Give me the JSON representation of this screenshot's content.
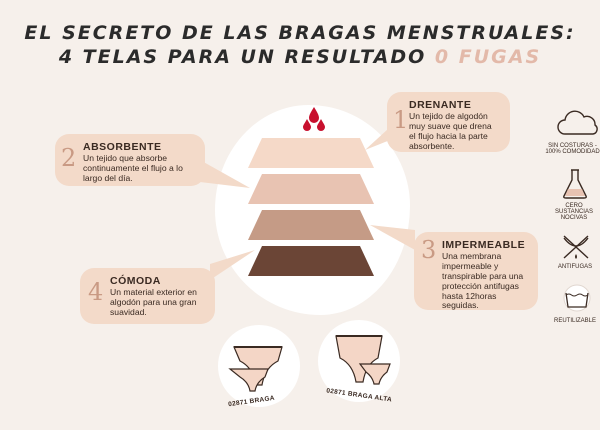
{
  "title": {
    "line1": "EL SECRETO DE LAS BRAGAS MENSTRUALES:",
    "line2_main": "4 TELAS PARA UN RESULTADO",
    "line2_accent": "0 FUGAS"
  },
  "cards": {
    "drenante": {
      "number": "1",
      "heading": "DRENANTE",
      "body": "Un tejido de algodón muy suave que drena el flujo hacia la parte absorbente."
    },
    "absorbente": {
      "number": "2",
      "heading": "ABSORBENTE",
      "body": "Un tejido que absorbe continuamente el flujo a lo largo del día."
    },
    "impermeable": {
      "number": "3",
      "heading": "IMPERMEABLE",
      "body": "Una membrana impermeable y transpirable para una protección antifugas hasta 12horas seguidas."
    },
    "comoda": {
      "number": "4",
      "heading": "CÓMODA",
      "body": "Un material exterior en algodón para una gran suavidad."
    }
  },
  "products": {
    "braga": "02871 BRAGA",
    "braga_alta": "02871 BRAGA ALTA"
  },
  "features": {
    "sin_costuras": "SIN COSTURAS - 100% COMODIDAD",
    "cero_sustancias": "CERO SUSTANCIAS NOCIVAS",
    "antifugas": "ANTIFUGAS",
    "reutilizable": "REUTILIZABLE"
  },
  "colors": {
    "layer1": "#f5d9c8",
    "layer2": "#e8c3b2",
    "layer3": "#c59b86",
    "layer4": "#6b4536",
    "card": "#f3dac9",
    "accent": "#e3b9a9",
    "drop": "#c8102e"
  },
  "icons": {
    "drops": "blood-drops-icon",
    "cloud": "cloud-icon",
    "flask": "flask-icon",
    "no_leak": "no-leak-icon",
    "wash": "washing-icon"
  }
}
